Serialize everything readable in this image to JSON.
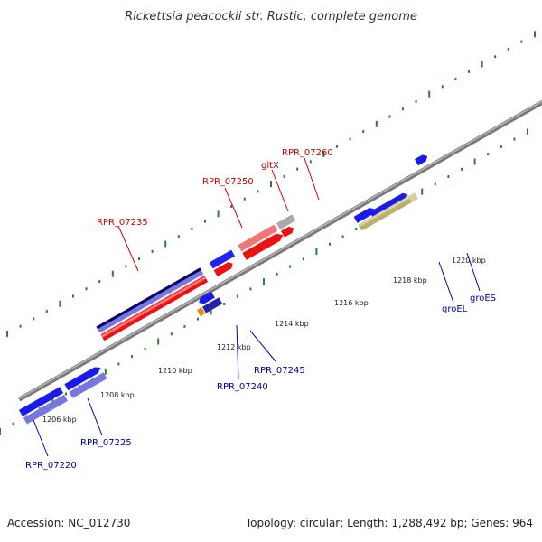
{
  "title": "Rickettsia peacockii str. Rustic, complete genome",
  "footer": {
    "accession": "Accession: NC_012730",
    "summary": "Topology: circular; Length: 1,288,492 bp; Genes: 964"
  },
  "colors": {
    "label_forward": "#cc0000",
    "label_reverse": "#0000aa",
    "backbone": "#888888",
    "tick": "#2e7d32"
  },
  "ticks": [
    "1206 kbp",
    "1208 kbp",
    "1210 kbp",
    "1212 kbp",
    "1214 kbp",
    "1216 kbp",
    "1218 kbp",
    "1220 kbp"
  ],
  "features": [
    {
      "label": "RPR_07220",
      "strand": "reverse",
      "color": "#1a1aee"
    },
    {
      "label": "RPR_07225",
      "strand": "reverse",
      "color": "#1a1aee"
    },
    {
      "label": "RPR_07235",
      "strand": "forward",
      "color": "#ee1111"
    },
    {
      "label": "RPR_07240",
      "strand": "reverse",
      "color": "#ee8800"
    },
    {
      "label": "RPR_07245",
      "strand": "reverse",
      "color": "#1a1aee"
    },
    {
      "label": "RPR_07250",
      "strand": "forward",
      "color": "#ee1111"
    },
    {
      "label": "gltX",
      "strand": "forward",
      "color": "#ee1111"
    },
    {
      "label": "RPR_07260",
      "strand": "forward",
      "color": "#aaaaaa"
    },
    {
      "label": "groEL",
      "strand": "reverse",
      "color": "#b8b070"
    },
    {
      "label": "groES",
      "strand": "reverse",
      "color": "#1a1aee"
    }
  ]
}
